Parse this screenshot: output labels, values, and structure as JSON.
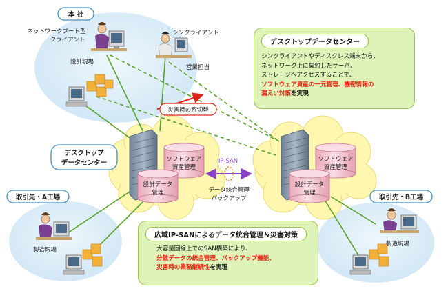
{
  "sites": {
    "honsha": "本 社",
    "dc": "デスクトップ\nデータセンター",
    "a_factory": "取引先・A工場",
    "b_factory": "取引先・B工場"
  },
  "labels": {
    "network_boot_client": "ネットワークブート型\nクライアント",
    "thin_client": "シンクライアント",
    "design_site": "設計現場",
    "sales": "営業担当",
    "disaster_switch": "災害時の系切替",
    "ip_san": "IP-SAN",
    "data_mgmt": "データ統合管理\nバックアップ",
    "mfg_site_a": "製造現場",
    "mfg_site_b": "製造現場"
  },
  "storage": {
    "software_mgmt": "ソフトウェア\n資産管理",
    "design_data": "設計データ\n管理"
  },
  "panel_top": {
    "title": "デスクトップデータセンター",
    "line1": "シンクライアントやディスクレス端末から、",
    "line2": "ネットワーク上に集約したサーバ、",
    "line3": "ストレージへアクセスすることで、",
    "red1": "ソフトウェア資産の一元管理、機密情報の",
    "red2": "漏えい対策",
    "tail2": "を実現"
  },
  "panel_bottom": {
    "title": "広域IP-SANによるデータ統合管理＆災害対策",
    "line1": "大容量回線上でのSAN構築により、",
    "red1": "分散データの統合管理、バックアップ機能、",
    "red2": "災害時の業務継続性",
    "tail2": "を実現"
  },
  "colors": {
    "cloud": "#fff6b0",
    "site_ellipse": "#d6ebf7",
    "panel_bg": "#dff2b8",
    "panel_border": "#9bc14a",
    "cylinder": "#f3c5d0",
    "building": "#7f93a8",
    "link_line": "#5aa02c",
    "arrow_red": "#e2231a",
    "ipsan_arrow": "#8a44c6"
  }
}
